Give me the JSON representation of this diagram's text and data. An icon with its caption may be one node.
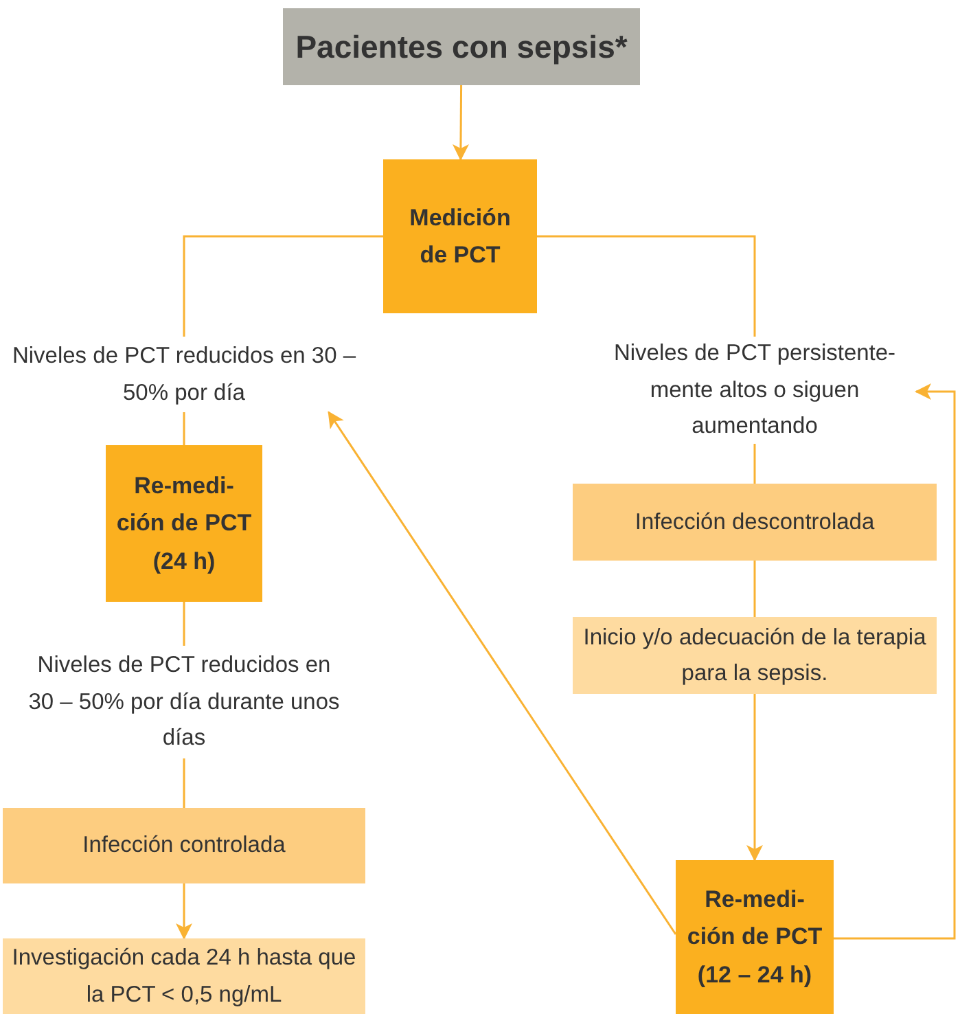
{
  "diagram": {
    "nodes": [
      {
        "text": [
          "Pacientes con sepsis*"
        ]
      },
      {
        "text": [
          "Medición de PCT"
        ]
      },
      {
        "text": [
          "Niveles de PCT reducidos en 30 – 50% por día"
        ]
      },
      {
        "text": [
          "Niveles de PCT persistente- mente altos o siguen aumentando"
        ]
      },
      {
        "text": [
          "Re-medi- ción de PCT (24 h)"
        ]
      },
      {
        "text": [
          "Niveles de PCT reducidos en 30 – 50% por día durante unos días"
        ]
      },
      {
        "text": [
          "Infección controlada"
        ]
      },
      {
        "text": [
          "Investigación cada 24 h hasta que la PCT < 0,5 ng/mL"
        ]
      },
      {
        "text": [
          "Infección descontrolada"
        ]
      },
      {
        "text": [
          "Inicio y/o adecuación de la terapia para la sepsis."
        ]
      },
      {
        "text": [
          "Re-medi- ción de PCT (12 – 24 h)"
        ]
      }
    ],
    "edges": [
      {
        "from": 0,
        "to": 1,
        "arrow": "to"
      },
      {
        "from": 1,
        "to": 2,
        "arrow": "none"
      },
      {
        "from": 1,
        "to": 3,
        "arrow": "none"
      },
      {
        "from": 2,
        "to": 4,
        "arrow": "none"
      },
      {
        "from": 4,
        "to": 5,
        "arrow": "none"
      },
      {
        "from": 5,
        "to": 6,
        "arrow": "none"
      },
      {
        "from": 6,
        "to": 7,
        "arrow": "to"
      },
      {
        "from": 3,
        "to": 8,
        "arrow": "none"
      },
      {
        "from": 8,
        "to": 9,
        "arrow": "none"
      },
      {
        "from": 9,
        "to": 10,
        "arrow": "to"
      },
      {
        "from": 10,
        "to": 2,
        "arrow": "to"
      },
      {
        "from": 10,
        "to": 3,
        "arrow": "to"
      }
    ]
  }
}
